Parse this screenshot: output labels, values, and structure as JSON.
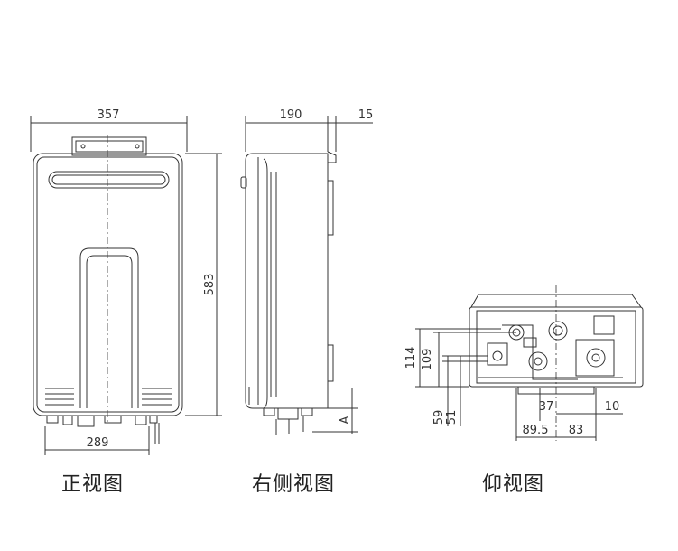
{
  "front_view": {
    "caption": "正视图",
    "width_label": "357",
    "height_label": "583",
    "bottom_label": "289"
  },
  "side_view": {
    "caption": "右侧视图",
    "depth_label": "190",
    "offset_label": "15",
    "a_label": "A"
  },
  "bottom_view": {
    "caption": "仰视图",
    "dim_114": "114",
    "dim_109": "109",
    "dim_59": "59",
    "dim_51": "51",
    "dim_37": "37",
    "dim_10": "10",
    "dim_89_5": "89.5",
    "dim_83": "83"
  },
  "colors": {
    "line": "#333333",
    "bg": "#ffffff"
  }
}
